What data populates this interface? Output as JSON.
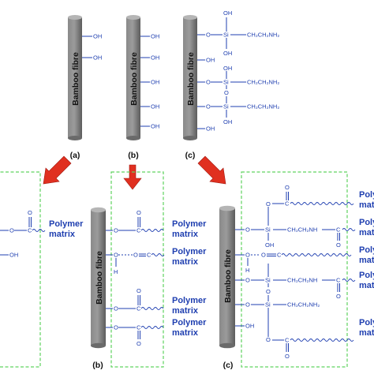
{
  "colors": {
    "chem": "#1f3fb0",
    "fibre": "#6f6f6f",
    "arrow": "#e03020",
    "box": "#5fd35f"
  },
  "labels": {
    "fibre": "Bamboo fibre",
    "oh": "OH",
    "o": "O",
    "si": "Si",
    "c": "C",
    "h": "H",
    "ch2ch2nh2": "CH₂CH₂NH₂",
    "ch2ch2nh": "CH₂CH₂NH",
    "polymer": "Polymer",
    "matrix": "matrix"
  },
  "panels": {
    "a": "(a)",
    "b": "(b)",
    "c": "(c)"
  },
  "arrows": [
    "arrow-to-bottom-a",
    "arrow-to-bottom-b",
    "arrow-to-bottom-c"
  ]
}
